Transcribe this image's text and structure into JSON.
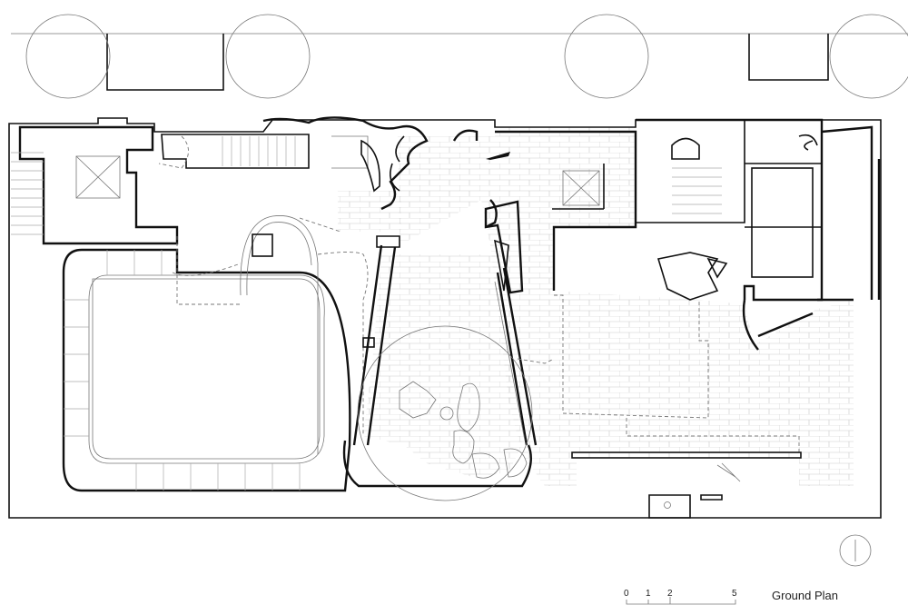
{
  "title": "Ground Plan",
  "scale": {
    "ticks": [
      "0",
      "1",
      "2",
      "5"
    ]
  }
}
